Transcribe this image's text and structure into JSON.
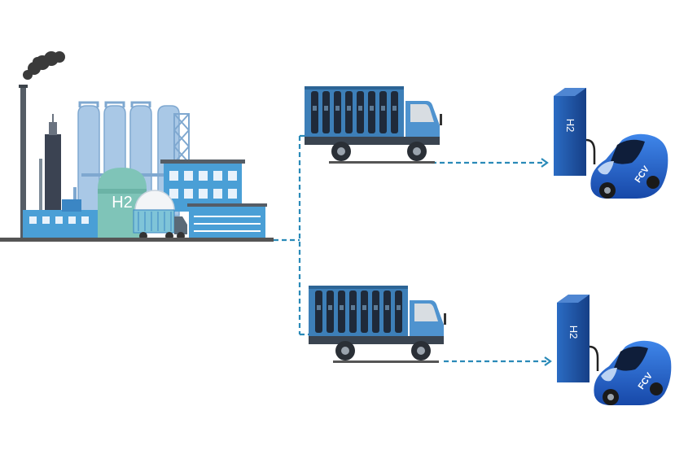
{
  "plant": {
    "tank_label": "H2"
  },
  "stations": [
    {
      "pump_label": "H2",
      "car_label": "FCV"
    },
    {
      "pump_label": "H2",
      "car_label": "FCV"
    }
  ],
  "colors": {
    "connector": "#2a8ab8",
    "factory_blue": "#4a9fd6",
    "silo_blue": "#a9c8e6",
    "tank_teal": "#7fc4b8",
    "truck_blue": "#3d7fb8",
    "cylinder_dark": "#1f2a3a",
    "pump_blue": "#1f56a8",
    "car_blue": "#1d5fcf",
    "smoke": "#3a3a3a",
    "ground": "#555555"
  }
}
